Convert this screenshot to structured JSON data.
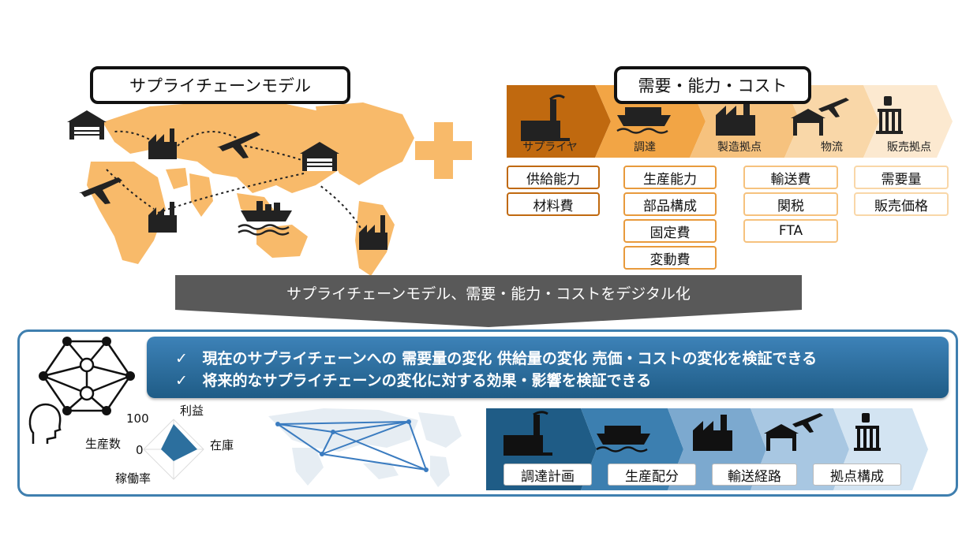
{
  "supply_chain_model": {
    "title": "サプライチェーンモデル"
  },
  "plus_symbol": "+",
  "demand_capacity_cost": {
    "title": "需要・能力・コスト",
    "stages": [
      {
        "label": "サプライヤ",
        "icon": "factory-icon"
      },
      {
        "label": "調達",
        "icon": "ship-icon"
      },
      {
        "label": "製造拠点",
        "icon": "factory-icon"
      },
      {
        "label": "物流",
        "icon": "warehouse-plane-icon"
      },
      {
        "label": "販売拠点",
        "icon": "store-icon"
      }
    ],
    "supplier_tags": [
      "供給能力",
      "材料費"
    ],
    "procurement_tags": [
      "生産能力",
      "部品構成",
      "固定費",
      "変動費"
    ],
    "logistics_tags": [
      "輸送費",
      "関税",
      "FTA"
    ],
    "sales_tags": [
      "需要量",
      "販売価格"
    ]
  },
  "digitize_banner": "サプライチェーンモデル、需要・能力・コストをデジタル化",
  "benefits": {
    "check_mark": "✓",
    "line1": "現在のサプライチェーンへの 需要量の変化 供給量の変化 売価・コストの変化を検証できる",
    "line2": "将来的なサプライチェーンの変化に対する効果・影響を検証できる"
  },
  "radar": {
    "axis_max": "100",
    "axis_min": "0",
    "labels": [
      "利益",
      "在庫",
      "稼働率",
      "生産数"
    ]
  },
  "plans": [
    "調達計画",
    "生産配分",
    "輸送経路",
    "拠点構成"
  ],
  "colors": {
    "map_orange": "#F8BA6A",
    "stage1": "#C0690F",
    "stage2": "#F2A545",
    "stage3": "#F6C27E",
    "stage4": "#F9D7A8",
    "stage5": "#FCE9D0",
    "banner_gray": "#595959",
    "blue_dark": "#1F5C86",
    "blue_border": "#3F7FAF"
  }
}
